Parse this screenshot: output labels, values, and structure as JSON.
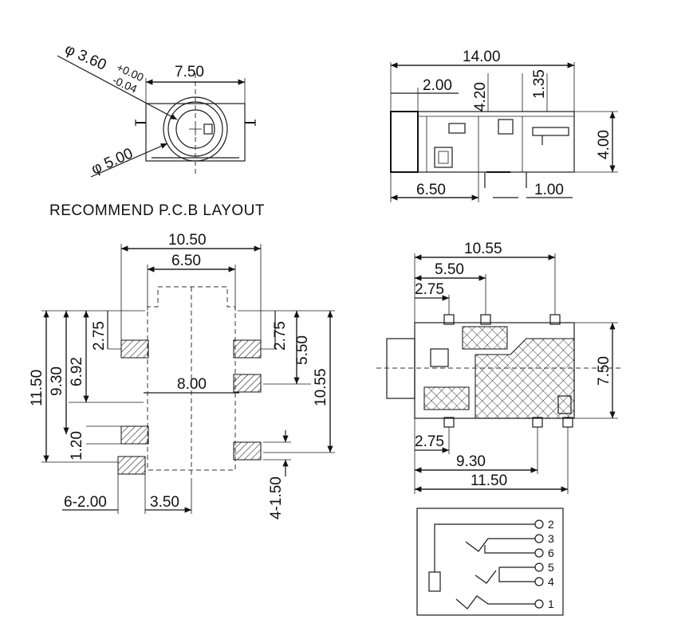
{
  "caption": "RECOMMEND P.C.B LAYOUT",
  "front_view": {
    "dia_inner": "φ 3.60",
    "tol_plus": "+0.00",
    "tol_minus": "-0.04",
    "width": "7.50",
    "dia_outer": "φ 5.00"
  },
  "side_view": {
    "length": "14.00",
    "front_offset": "2.00",
    "tab_width": "4.20",
    "slot_width": "1.35",
    "height": "4.00",
    "pin_offset": "6.50",
    "pin_width": "1.00"
  },
  "pcb_layout": {
    "outer_width": "10.50",
    "inner_width": "6.50",
    "pad_offset_left": "2.75",
    "pad_offset_right": "2.75",
    "total_height": "11.50",
    "h_930": "9.30",
    "h_692": "6.92",
    "pitch_550": "5.50",
    "h_1055": "10.55",
    "center_span": "8.00",
    "pad_gap": "1.20",
    "pad_size": "6-2.00",
    "pad_offset_bottom": "3.50",
    "pad_width_note": "4-1.50"
  },
  "bottom_view": {
    "top_span": "10.55",
    "mid_span": "5.50",
    "top_pitch": "2.75",
    "height": "7.50",
    "bottom_pitch": "2.75",
    "span_930": "9.30",
    "span_1150": "11.50"
  },
  "schematic": {
    "pins": [
      "2",
      "3",
      "6",
      "5",
      "4",
      "1"
    ]
  }
}
